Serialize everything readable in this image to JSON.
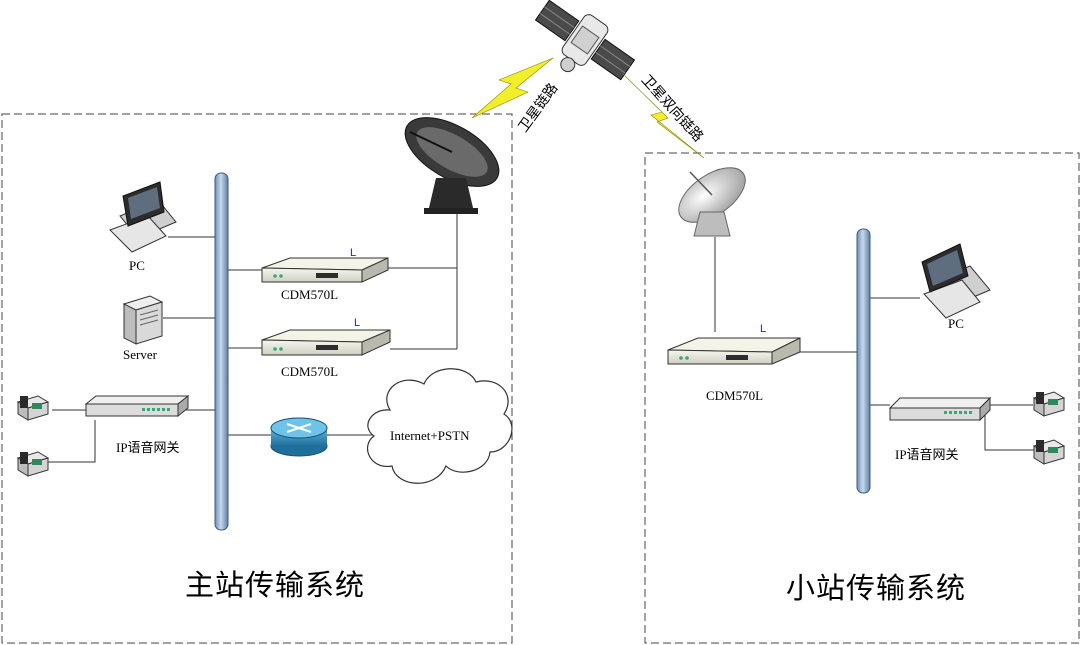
{
  "main_station": {
    "title": "主站传输系统",
    "pc_label": "PC",
    "server_label": "Server",
    "modem1_label": "CDM570L",
    "modem2_label": "CDM570L",
    "gateway_label": "IP语音网关",
    "cloud_label": "Internet+PSTN",
    "modem1_marker": "L",
    "modem2_marker": "L"
  },
  "small_station": {
    "title": "小站传输系统",
    "pc_label": "PC",
    "modem_label": "CDM570L",
    "gateway_label": "IP语音网关",
    "modem_marker": "L"
  },
  "satellite": {
    "link_left_label": "卫星链路",
    "link_right_label": "卫星双向链路"
  },
  "colors": {
    "bus": "#9fb6d3",
    "router": "#2f8fbf",
    "lightning": "#f2ee2a",
    "dashed_border": "#444444"
  }
}
